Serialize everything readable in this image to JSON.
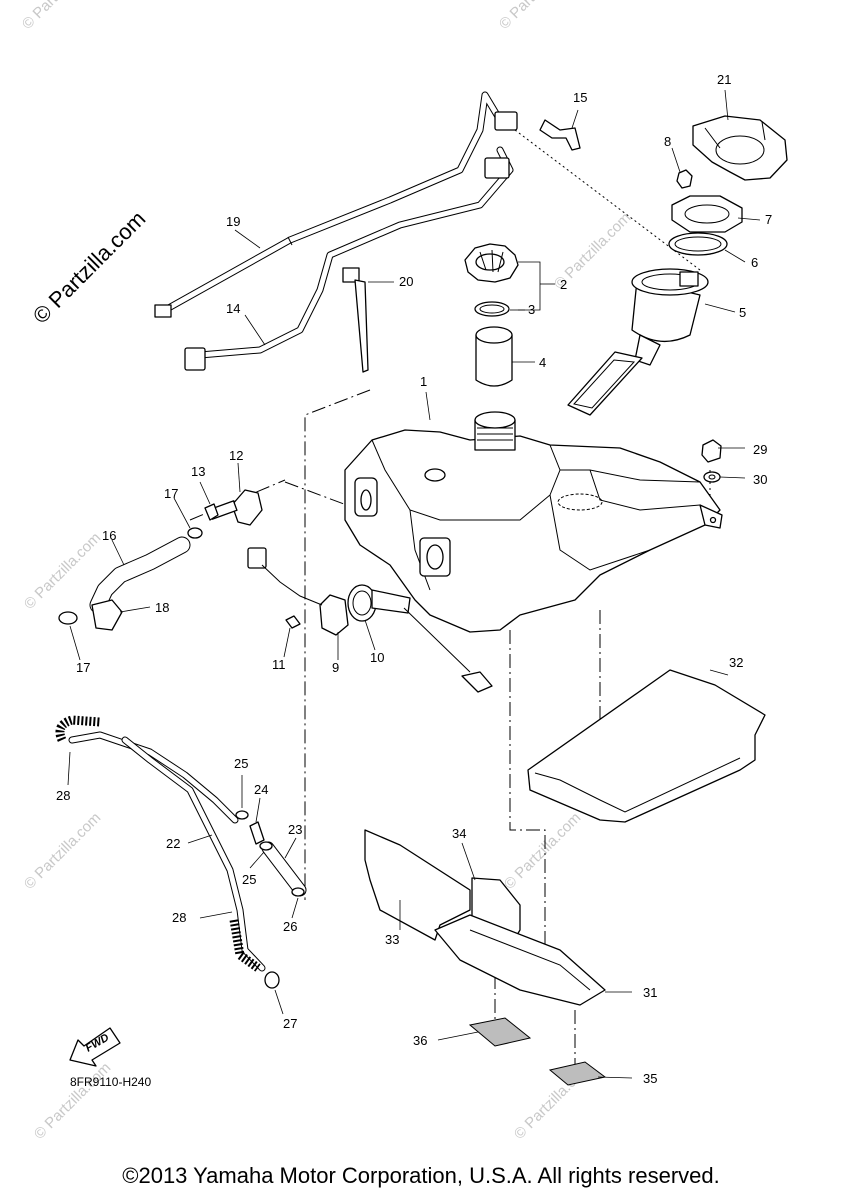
{
  "watermark": {
    "main": "© Partzilla.com",
    "repeat": "© Partzilla.com"
  },
  "callouts": {
    "c1": "1",
    "c2": "2",
    "c3": "3",
    "c4": "4",
    "c5": "5",
    "c6": "6",
    "c7": "7",
    "c8": "8",
    "c9": "9",
    "c10": "10",
    "c11": "11",
    "c12": "12",
    "c13": "13",
    "c14": "14",
    "c15": "15",
    "c16": "16",
    "c17a": "17",
    "c17b": "17",
    "c18": "18",
    "c19": "19",
    "c20": "20",
    "c21": "21",
    "c22": "22",
    "c23": "23",
    "c24": "24",
    "c25a": "25",
    "c25b": "25",
    "c26": "26",
    "c27": "27",
    "c28a": "28",
    "c28b": "28",
    "c29": "29",
    "c30": "30",
    "c31": "31",
    "c32": "32",
    "c33": "33",
    "c34": "34",
    "c35": "35",
    "c36": "36"
  },
  "fwd_label": "FWD",
  "diagram_code": "8FR9110-H240",
  "copyright": "©2013 Yamaha Motor Corporation, U.S.A. All rights reserved."
}
